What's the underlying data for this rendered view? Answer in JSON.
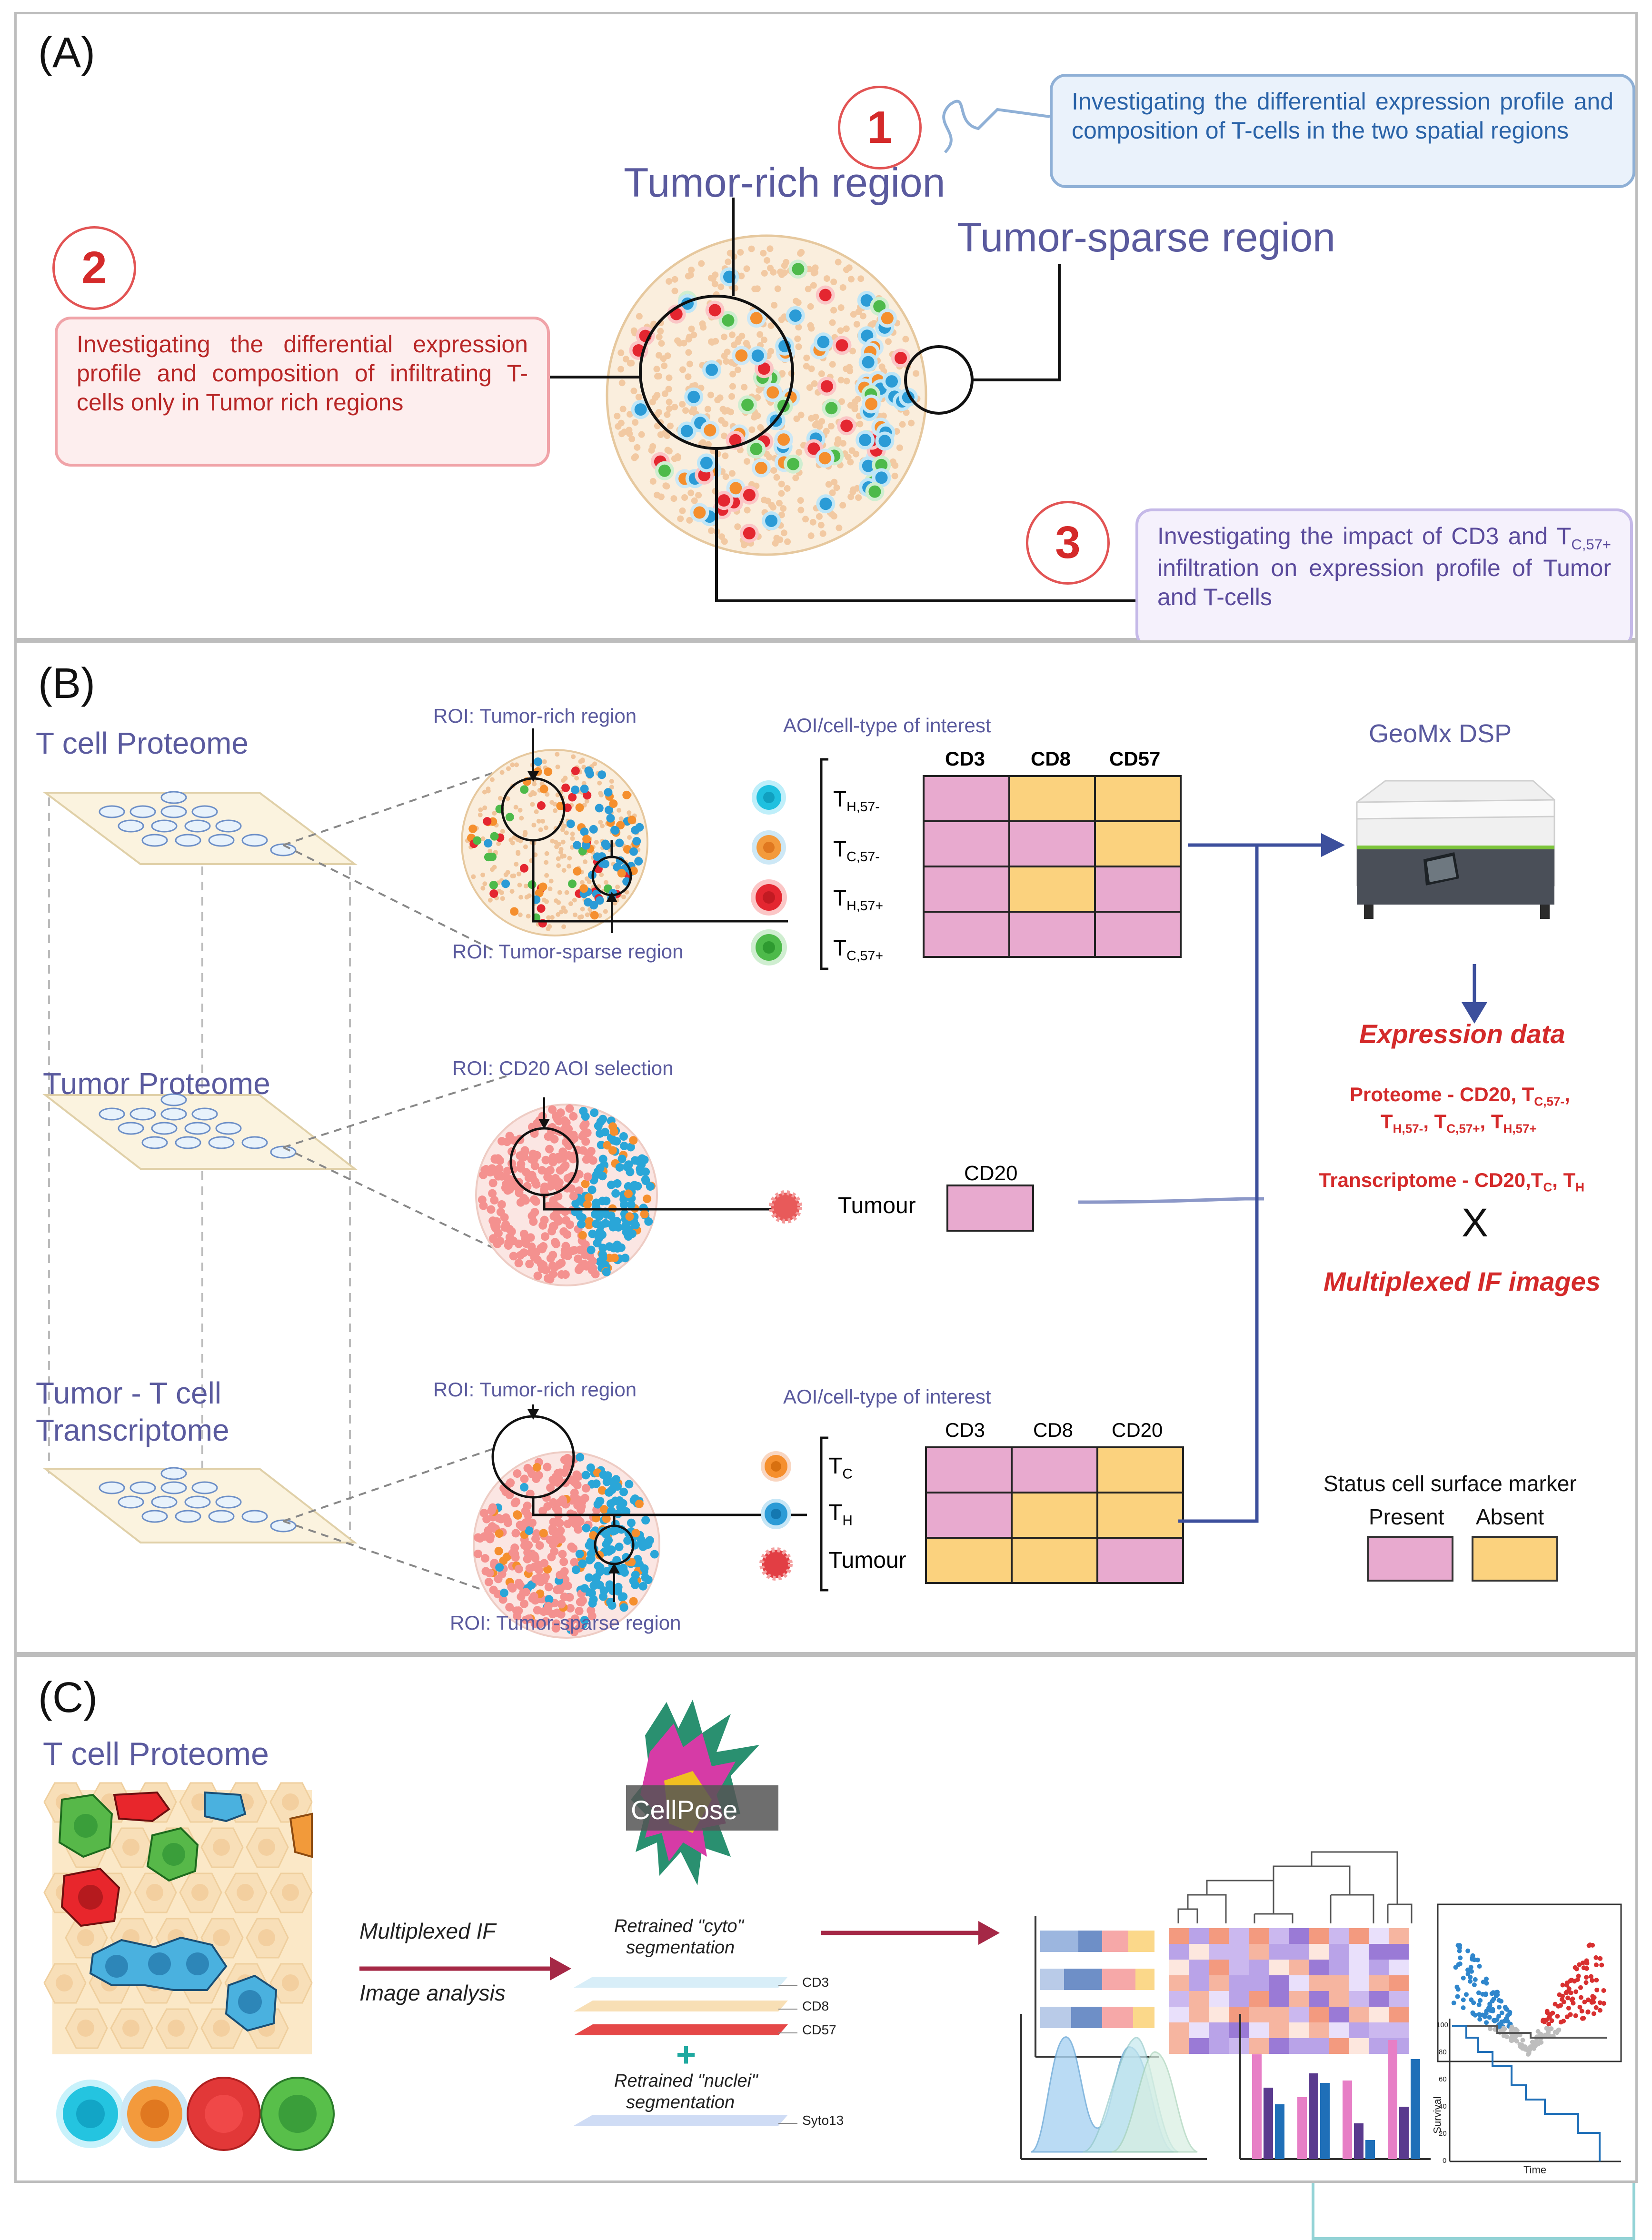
{
  "panel_a": {
    "label": "(A)",
    "tumor_rich_label": "Tumor-rich region",
    "tumor_sparse_label": "Tumor-sparse region",
    "items": [
      {
        "num": "1",
        "text": "Investigating the differential expression profile and composition of T-cells in the two spatial regions"
      },
      {
        "num": "2",
        "text": "Investigating the differential expression profile and composition of infiltrating T-cells only in Tumor rich regions"
      },
      {
        "num": "3",
        "text_pre": "Investigating the impact of CD3 and T",
        "text_sub": "C,57+",
        "text_post": " infiltration on expression profile of Tumor and T-cells"
      }
    ]
  },
  "panel_b": {
    "label": "(B)",
    "rows": [
      {
        "title": "T cell Proteome",
        "roi_top": "ROI: Tumor-rich region",
        "roi_bottom": "ROI: Tumor-sparse region"
      },
      {
        "title": "Tumor Proteome",
        "roi_top": "ROI: CD20 AOI selection"
      },
      {
        "title": "Tumor - T cell",
        "title2": "Transcriptome",
        "roi_top": "ROI: Tumor-rich region",
        "roi_bottom": "ROI: Tumor-sparse region"
      }
    ],
    "aoi_title": "AOI/cell-type of interest",
    "table1": {
      "headers": [
        "CD3",
        "CD8",
        "CD57"
      ],
      "rows": [
        {
          "label": "T",
          "sub": "H,57-",
          "cells": [
            "Present",
            "Absent",
            "Absent"
          ]
        },
        {
          "label": "T",
          "sub": "C,57-",
          "cells": [
            "Present",
            "Present",
            "Absent"
          ]
        },
        {
          "label": "T",
          "sub": "H,57+",
          "cells": [
            "Present",
            "Absent",
            "Present"
          ]
        },
        {
          "label": "T",
          "sub": "C,57+",
          "cells": [
            "Present",
            "Present",
            "Present"
          ]
        }
      ]
    },
    "table2": {
      "headers": [
        "CD20"
      ],
      "rows": [
        {
          "label": "Tumour",
          "cells": [
            "Present"
          ]
        }
      ]
    },
    "table3": {
      "headers": [
        "CD3",
        "CD8",
        "CD20"
      ],
      "rows": [
        {
          "label": "T",
          "sub": "C",
          "cells": [
            "Present",
            "Present",
            "Absent"
          ]
        },
        {
          "label": "T",
          "sub": "H",
          "cells": [
            "Present",
            "Absent",
            "Absent"
          ]
        },
        {
          "label": "Tumour",
          "sub": "",
          "cells": [
            "Absent",
            "Absent",
            "Present"
          ]
        }
      ]
    },
    "geomx_title": "GeoMx DSP",
    "expression_data": "Expression data",
    "proteome_line1_pre": "Proteome - CD20, T",
    "proteome_line1_sub": "C,57-",
    "proteome_line2": [
      {
        "t": "T",
        "s": "H,57-"
      },
      {
        "t": ", T",
        "s": "C,57+"
      },
      {
        "t": ", T",
        "s": "H,57+"
      }
    ],
    "transcriptome_pre": "Transcriptome - CD20,T",
    "transcriptome_sub1": "C",
    "transcriptome_mid": ", T",
    "transcriptome_sub2": "H",
    "times": "X",
    "multiplexed": "Multiplexed IF images",
    "legend_title": "Status cell surface marker",
    "legend_present": "Present",
    "legend_absent": "Absent",
    "colors": {
      "present": "#e8aacf",
      "absent": "#fbd27e",
      "arrow": "#3c4f9c",
      "lavender": "#5a5a9e",
      "red": "#d42a2a"
    }
  },
  "panel_c": {
    "label": "(C)",
    "title": "T cell Proteome",
    "arrow_label1": "Multiplexed IF",
    "arrow_label2": "Image analysis",
    "cellpose": "CellPose",
    "retrained_cyto1": "Retrained \"cyto\"",
    "retrained_cyto2": "segmentation",
    "layers": [
      "CD3",
      "CD8",
      "CD57"
    ],
    "plus": "+",
    "retrained_nuclei1": "Retrained \"nuclei\"",
    "retrained_nuclei2": "segmentation",
    "nuclei_layer": "Syto13",
    "survival_ylabel": "Survival",
    "survival_xlabel": "Time",
    "survival_ticks": [
      "100",
      "80",
      "60",
      "40",
      "20",
      "0"
    ]
  }
}
